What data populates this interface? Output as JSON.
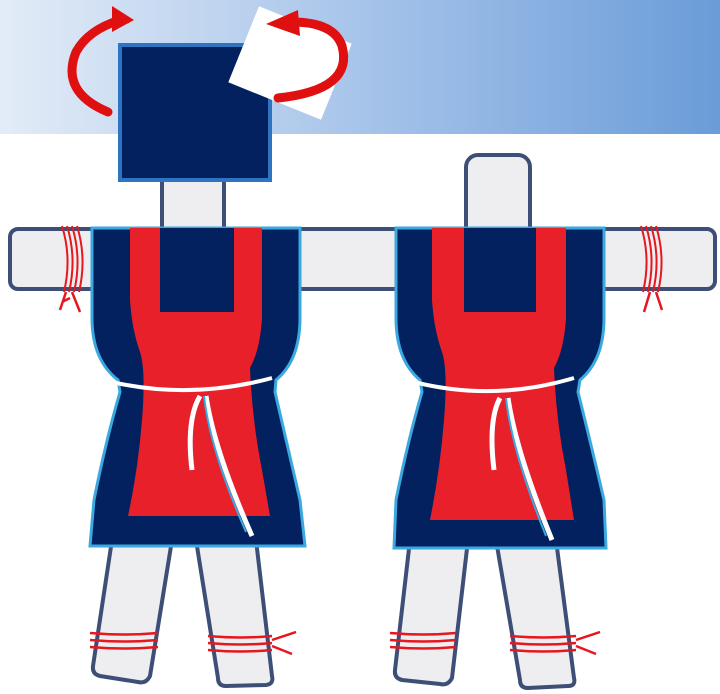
{
  "colors": {
    "banner_left": "#e2ebf6",
    "banner_right": "#6f9fd8",
    "dark_blue": "#03205f",
    "red": "#e8202a",
    "limb_fill": "#eeeef0",
    "limb_outline": "#3d4f77",
    "outline_light_blue": "#3aa9e0",
    "arrow_red": "#e01010",
    "thread_red": "#e5171f"
  },
  "figures": [
    {
      "name": "left-doll",
      "head": "square-dark-blue",
      "rotation_arrows": 2
    },
    {
      "name": "right-doll",
      "head": "rounded-light-post"
    }
  ],
  "icons": [
    "rotate-arrow-icon",
    "rotate-arrow-icon",
    "thread-wrap-icon"
  ]
}
